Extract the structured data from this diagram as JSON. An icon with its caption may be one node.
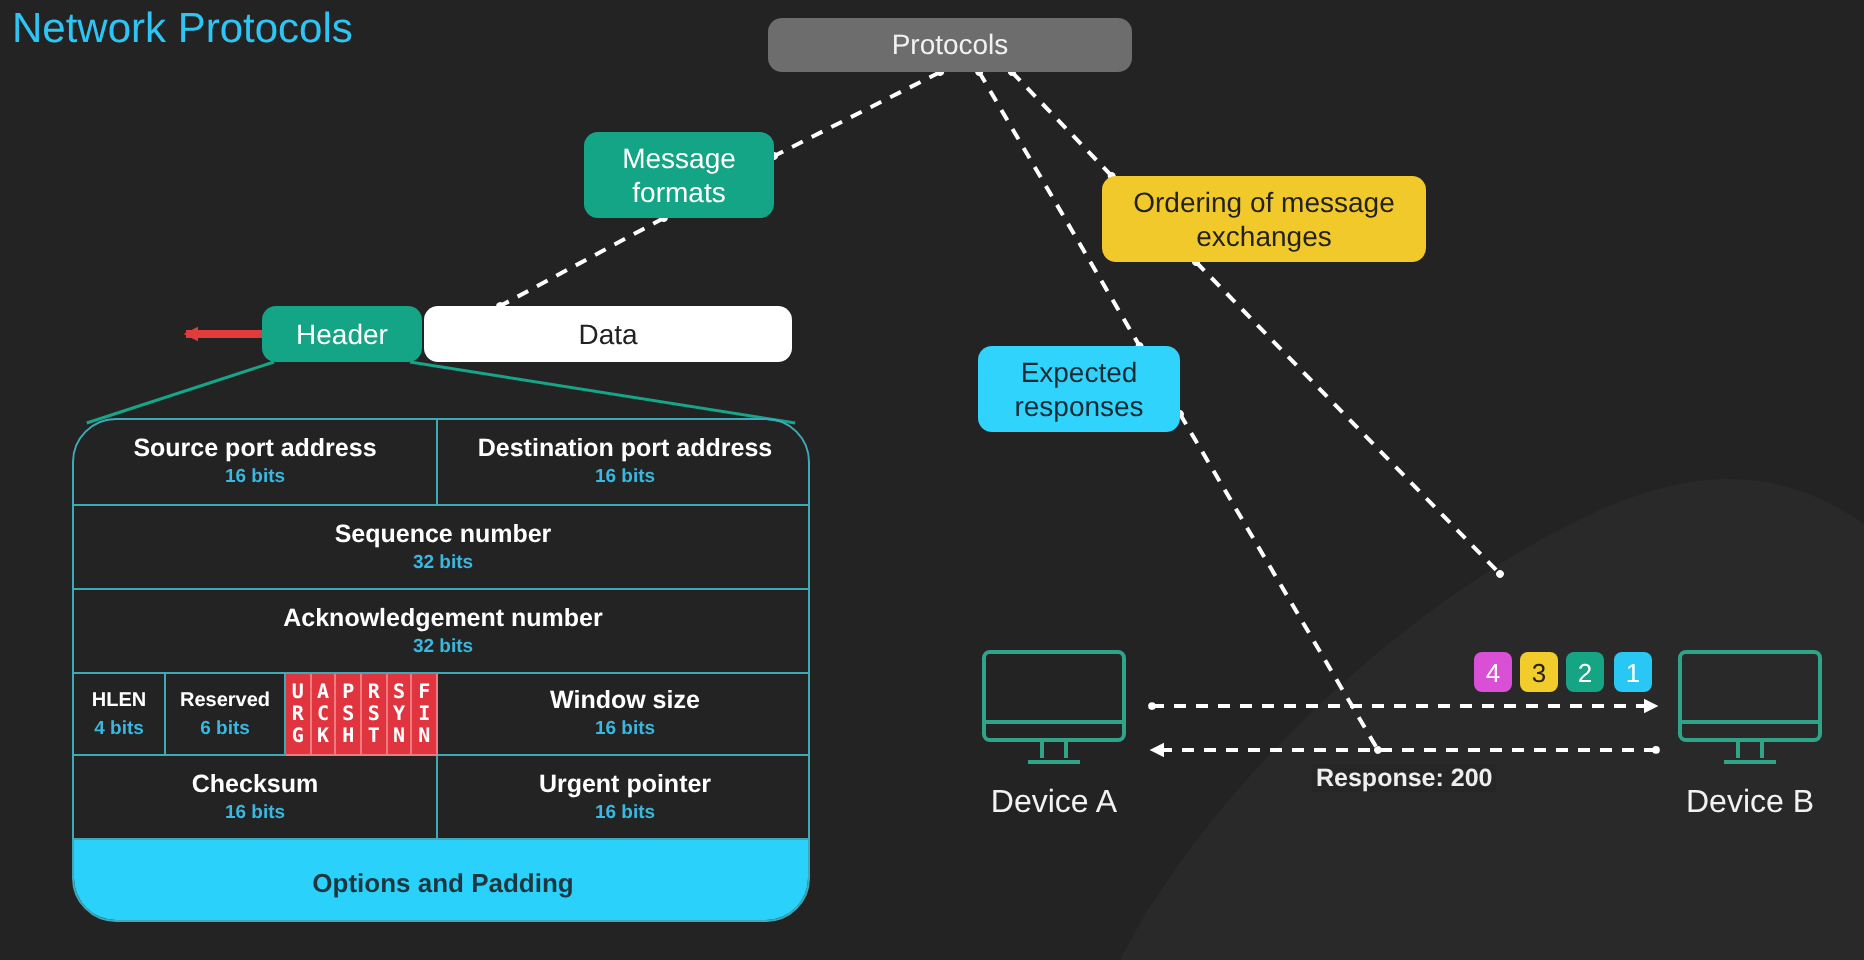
{
  "diagram": {
    "title": "Network Protocols",
    "nodes": [
      {
        "text": [
          "Protocols"
        ]
      },
      {
        "text": [
          "Message formats"
        ]
      },
      {
        "text": [
          "Ordering of message exchanges"
        ]
      },
      {
        "text": [
          "Expected responses"
        ]
      },
      {
        "text": [
          "Header"
        ]
      },
      {
        "text": [
          "Data"
        ]
      },
      {
        "text": [],
        "shape": "box"
      },
      {
        "text": [
          "Source port address",
          "16 bits"
        ],
        "in": 6
      },
      {
        "text": [
          "Destination port address",
          "16 bits"
        ],
        "in": 6
      },
      {
        "text": [
          "Sequence number",
          "32 bits"
        ],
        "in": 6
      },
      {
        "text": [
          "Acknowledgement number",
          "32 bits"
        ],
        "in": 6
      },
      {
        "text": [
          "HLEN",
          "4 bits"
        ],
        "in": 6
      },
      {
        "text": [
          "Reserved",
          "6 bits"
        ],
        "in": 6
      },
      {
        "text": [
          "URG"
        ],
        "in": 6
      },
      {
        "text": [
          "ACK"
        ],
        "in": 6
      },
      {
        "text": [
          "PSH"
        ],
        "in": 6
      },
      {
        "text": [
          "RST"
        ],
        "in": 6
      },
      {
        "text": [
          "SYN"
        ],
        "in": 6
      },
      {
        "text": [
          "FIN"
        ],
        "in": 6
      },
      {
        "text": [
          "Window size",
          "16 bits"
        ],
        "in": 6
      },
      {
        "text": [
          "Checksum",
          "16 bits"
        ],
        "in": 6
      },
      {
        "text": [
          "Urgent pointer",
          "16 bits"
        ],
        "in": 6
      },
      {
        "text": [
          "Options and Padding"
        ],
        "in": 6
      },
      {
        "text": [
          "Device A"
        ]
      },
      {
        "text": [
          "Device B"
        ]
      },
      {
        "text": [
          "4"
        ]
      },
      {
        "text": [
          "3"
        ]
      },
      {
        "text": [
          "2"
        ]
      },
      {
        "text": [
          "1"
        ]
      }
    ],
    "edges": [
      {
        "from": 0,
        "to": 1,
        "arrow": "other",
        "style": "dashed"
      },
      {
        "from": 1,
        "to": 5,
        "arrow": "other",
        "style": "dashed"
      },
      {
        "from": 0,
        "to": 2,
        "arrow": "other",
        "style": "dashed"
      },
      {
        "from": 2,
        "to": null,
        "arrow": "other",
        "style": "dashed"
      },
      {
        "from": 0,
        "to": 3,
        "arrow": "other",
        "style": "dashed"
      },
      {
        "from": 3,
        "to": null,
        "arrow": "other",
        "style": "dashed"
      },
      {
        "from": 23,
        "to": 24,
        "arrow": "to",
        "style": "dashed"
      },
      {
        "from": 24,
        "to": 23,
        "arrow": "to",
        "style": "dashed",
        "label": "Response: 200"
      },
      {
        "from": 4,
        "to": null,
        "arrow": "to",
        "style": "thick",
        "color": "#e23b3b"
      },
      {
        "from": 4,
        "to": 6,
        "arrow": "none",
        "color": "#17a58a"
      },
      {
        "from": 4,
        "to": 6,
        "arrow": "none",
        "color": "#17a58a"
      }
    ]
  }
}
